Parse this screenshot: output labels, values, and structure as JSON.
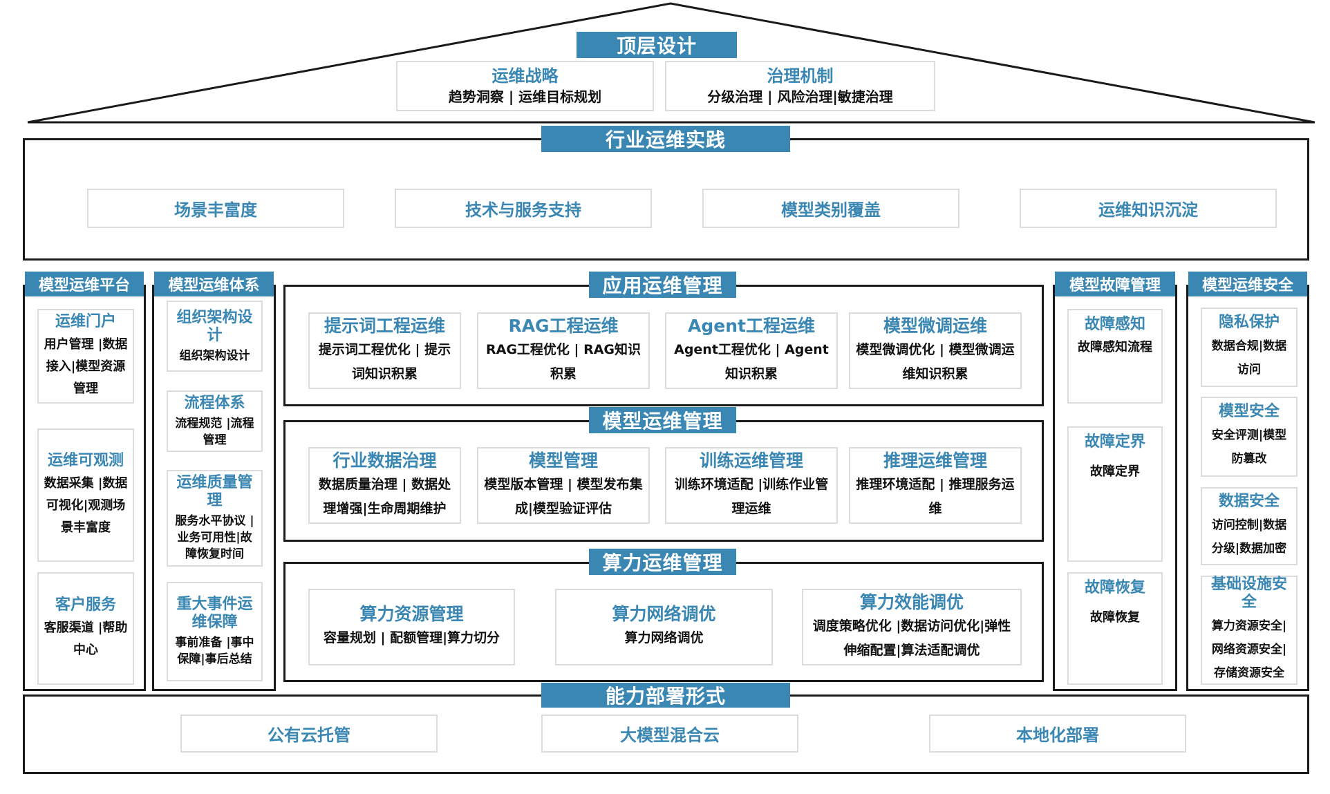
{
  "top": {
    "title": "顶层设计",
    "items": [
      {
        "title": "运维战略",
        "desc": "趋势洞察 | 运维目标规划"
      },
      {
        "title": "治理机制",
        "desc": "分级治理 | 风险治理|敏捷治理"
      }
    ]
  },
  "practice": {
    "title": "行业运维实践",
    "items": [
      "场景丰富度",
      "技术与服务支持",
      "模型类别覆盖",
      "运维知识沉淀"
    ]
  },
  "platform": {
    "title": "模型运维平台",
    "items": [
      {
        "title": "运维门户",
        "desc": "用户管理 |数据接入|模型资源管理"
      },
      {
        "title": "运维可观测",
        "desc": "数据采集 |数据可视化|观测场景丰富度"
      },
      {
        "title": "客户服务",
        "desc": "客服渠道 |帮助中心"
      }
    ]
  },
  "system": {
    "title": "模型运维体系",
    "items": [
      {
        "title": "组织架构设计",
        "desc": "组织架构设计"
      },
      {
        "title": "流程体系",
        "desc": "流程规范 |流程管理"
      },
      {
        "title": "运维质量管理",
        "desc": "服务水平协议 |业务可用性|故障恢复时间"
      },
      {
        "title": "重大事件运维保障",
        "desc": "事前准备 |事中保障|事后总结"
      }
    ]
  },
  "app_ops": {
    "title": "应用运维管理",
    "items": [
      {
        "title": "提示词工程运维",
        "desc": "提示词工程优化 | 提示词知识积累"
      },
      {
        "title": "RAG工程运维",
        "desc": "RAG工程优化 | RAG知识积累"
      },
      {
        "title": "Agent工程运维",
        "desc": "Agent工程优化 | Agent知识积累"
      },
      {
        "title": "模型微调运维",
        "desc": "模型微调优化 | 模型微调运维知识积累"
      }
    ]
  },
  "model_ops": {
    "title": "模型运维管理",
    "items": [
      {
        "title": "行业数据治理",
        "desc": "数据质量治理 | 数据处理增强|生命周期维护"
      },
      {
        "title": "模型管理",
        "desc": "模型版本管理 | 模型发布集成|模型验证评估"
      },
      {
        "title": "训练运维管理",
        "desc": "训练环境适配 |训练作业管理运维"
      },
      {
        "title": "推理运维管理",
        "desc": "推理环境适配 | 推理服务运维"
      }
    ]
  },
  "compute_ops": {
    "title": "算力运维管理",
    "items": [
      {
        "title": "算力资源管理",
        "desc": "容量规划 | 配额管理|算力切分"
      },
      {
        "title": "算力网络调优",
        "desc": "算力网络调优"
      },
      {
        "title": "算力效能调优",
        "desc": "调度策略优化 |数据访问优化|弹性伸缩配置|算法适配调优"
      }
    ]
  },
  "fault": {
    "title": "模型故障管理",
    "items": [
      {
        "title": "故障感知",
        "desc": "故障感知流程"
      },
      {
        "title": "故障定界",
        "desc": "故障定界"
      },
      {
        "title": "故障恢复",
        "desc": "故障恢复"
      }
    ]
  },
  "security": {
    "title": "模型运维安全",
    "items": [
      {
        "title": "隐私保护",
        "desc": "数据合规|数据访问"
      },
      {
        "title": "模型安全",
        "desc": "安全评测|模型防篡改"
      },
      {
        "title": "数据安全",
        "desc": "访问控制|数据分级|数据加密"
      },
      {
        "title": "基础设施安全",
        "desc": "算力资源安全|网络资源安全|存储资源安全"
      }
    ]
  },
  "deploy": {
    "title": "能力部署形式",
    "items": [
      "公有云托管",
      "大模型混合云",
      "本地化部署"
    ]
  },
  "colors": {
    "accent": "#3a87b3",
    "frame": "#1a1a1a",
    "box_border": "#dcdcdc"
  }
}
